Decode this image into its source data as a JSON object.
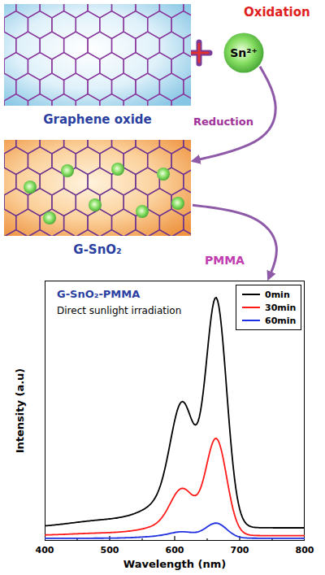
{
  "diagram": {
    "nodes": [
      {
        "text": [
          "Graphene oxide"
        ]
      },
      {
        "text": [
          "Sn²⁺"
        ]
      },
      {
        "text": [
          "G-SnO₂"
        ]
      },
      {
        "text": [
          "G-SnO₂-PMMA",
          "Direct sunlight irradiation"
        ]
      }
    ],
    "edges": [
      {
        "from": 1,
        "to": 2,
        "label": "Reduction",
        "arrow": "to"
      },
      {
        "from": 2,
        "to": 3,
        "label": "PMMA",
        "arrow": "to"
      }
    ],
    "labels": [
      "Oxidation",
      "Intensity (a.u)",
      "Wavelength (nm)",
      "400",
      "500",
      "600",
      "700",
      "800"
    ],
    "legend": [
      {
        "text": "0min"
      },
      {
        "text": "30min"
      },
      {
        "text": "60min"
      }
    ]
  }
}
